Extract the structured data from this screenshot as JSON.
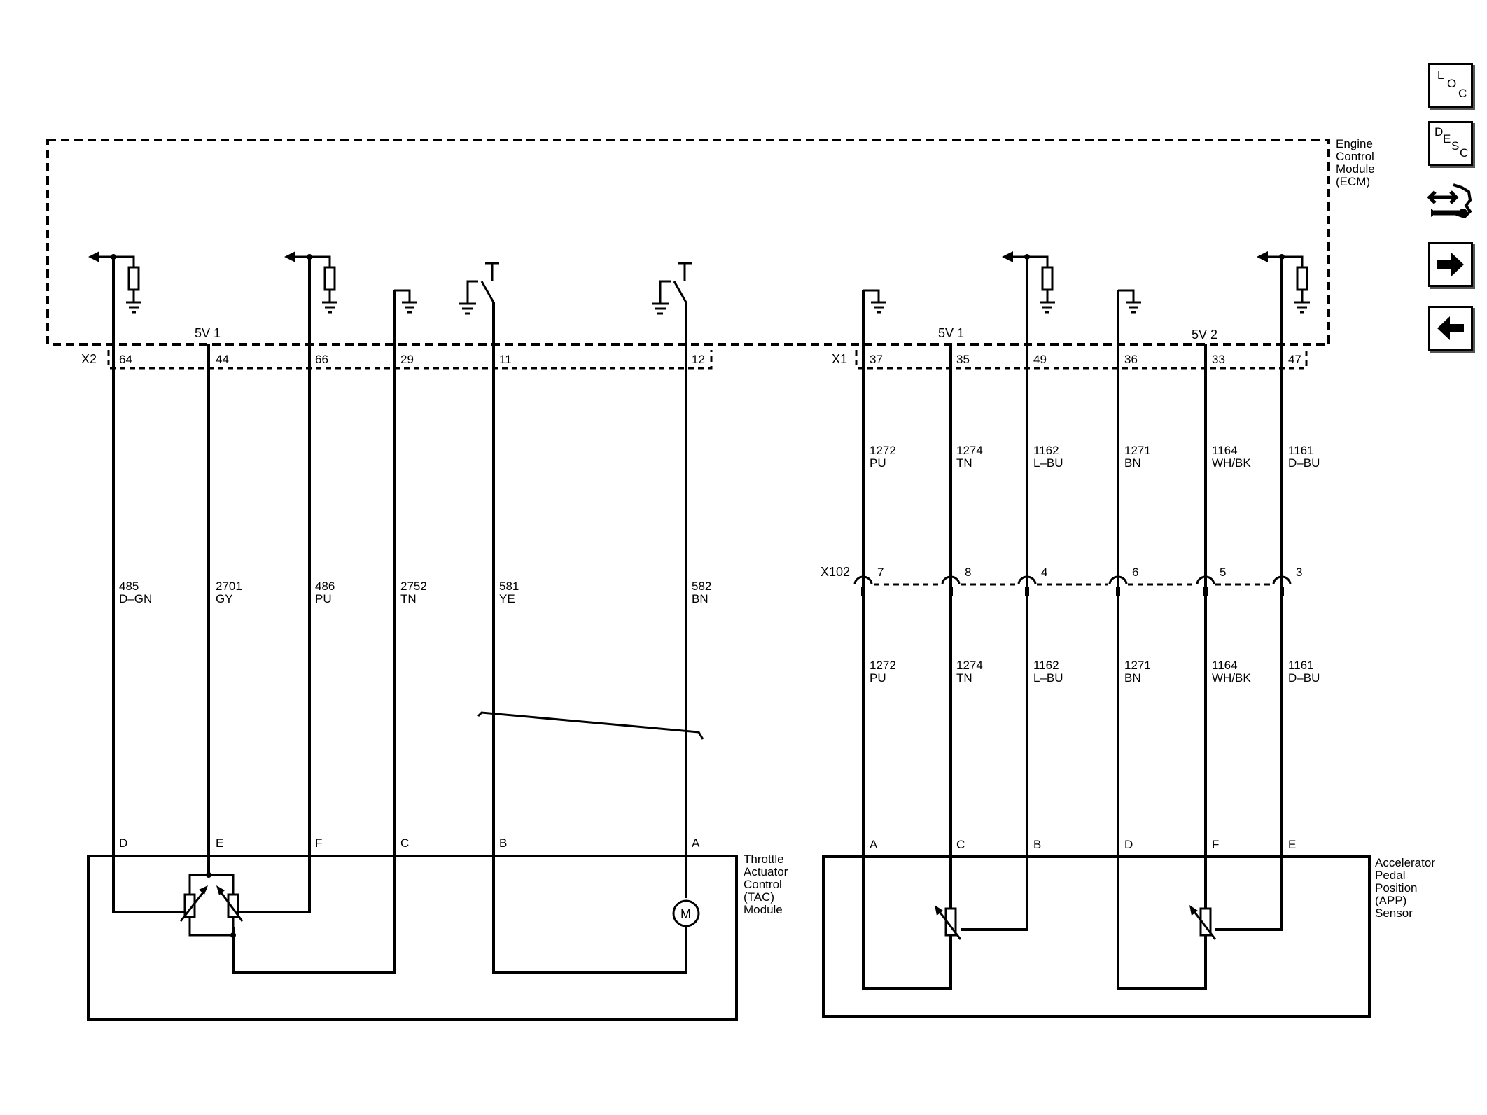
{
  "components": {
    "ecm": [
      "Engine",
      "Control",
      "Module",
      "(ECM)"
    ],
    "tac": [
      "Throttle",
      "Actuator",
      "Control",
      "(TAC)",
      "Module"
    ],
    "app": [
      "Accelerator",
      "Pedal",
      "Position",
      "(APP)",
      "Sensor"
    ]
  },
  "connectors": {
    "x2": "X2",
    "x1": "X1",
    "x102": "X102"
  },
  "references": {
    "tac_5v": "5V 1",
    "app_5v1": "5V 1",
    "app_5v2": "5V 2"
  },
  "circuits_tac": [
    {
      "ecm_pin": "64",
      "circuit": "485",
      "color": "D–GN",
      "comp_pin": "D"
    },
    {
      "ecm_pin": "44",
      "circuit": "2701",
      "color": "GY",
      "comp_pin": "E"
    },
    {
      "ecm_pin": "66",
      "circuit": "486",
      "color": "PU",
      "comp_pin": "F"
    },
    {
      "ecm_pin": "29",
      "circuit": "2752",
      "color": "TN",
      "comp_pin": "C"
    },
    {
      "ecm_pin": "11",
      "circuit": "581",
      "color": "YE",
      "comp_pin": "B"
    },
    {
      "ecm_pin": "12",
      "circuit": "582",
      "color": "BN",
      "comp_pin": "A"
    }
  ],
  "circuits_app": [
    {
      "ecm_pin": "37",
      "circuit": "1272",
      "color": "PU",
      "inline_pin": "7",
      "comp_pin": "A"
    },
    {
      "ecm_pin": "35",
      "circuit": "1274",
      "color": "TN",
      "inline_pin": "8",
      "comp_pin": "C"
    },
    {
      "ecm_pin": "49",
      "circuit": "1162",
      "color": "L–BU",
      "inline_pin": "4",
      "comp_pin": "B"
    },
    {
      "ecm_pin": "36",
      "circuit": "1271",
      "color": "BN",
      "inline_pin": "6",
      "comp_pin": "D"
    },
    {
      "ecm_pin": "33",
      "circuit": "1164",
      "color": "WH/BK",
      "inline_pin": "5",
      "comp_pin": "F"
    },
    {
      "ecm_pin": "47",
      "circuit": "1161",
      "color": "D–BU",
      "inline_pin": "3",
      "comp_pin": "E"
    }
  ],
  "motor_symbol": "M",
  "nav": [
    {
      "name": "loc-button",
      "letters": [
        "L",
        "O",
        "C"
      ]
    },
    {
      "name": "desc-button",
      "letters": [
        "D",
        "E",
        "S",
        "C"
      ]
    },
    {
      "name": "connector-tool-button",
      "icon": "connector-wrench-icon"
    },
    {
      "name": "next-button",
      "icon": "arrow-right-icon"
    },
    {
      "name": "previous-button",
      "icon": "arrow-left-icon"
    }
  ]
}
